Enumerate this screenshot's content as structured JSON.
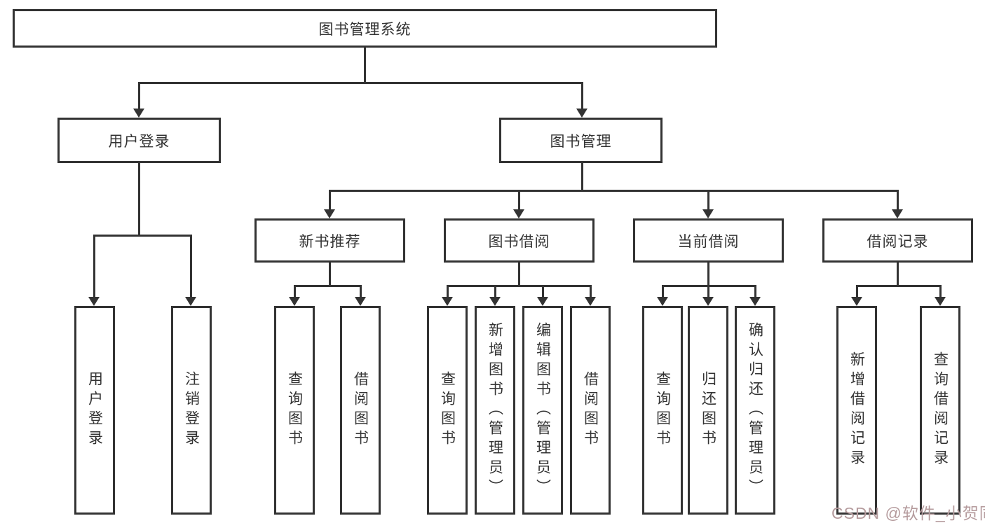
{
  "tree": {
    "root": {
      "label": "图书管理系统",
      "children": [
        {
          "label": "用户登录",
          "children": [
            {
              "label": "用户登录"
            },
            {
              "label": "注销登录"
            }
          ]
        },
        {
          "label": "图书管理",
          "children": [
            {
              "label": "新书推荐",
              "children": [
                {
                  "label": "查询图书"
                },
                {
                  "label": "借阅图书"
                }
              ]
            },
            {
              "label": "图书借阅",
              "children": [
                {
                  "label": "查询图书"
                },
                {
                  "label": "新增图书（管理员）"
                },
                {
                  "label": "编辑图书（管理员）"
                },
                {
                  "label": "借阅图书"
                }
              ]
            },
            {
              "label": "当前借阅",
              "children": [
                {
                  "label": "查询图书"
                },
                {
                  "label": "归还图书"
                },
                {
                  "label": "确认归还（管理员）"
                }
              ]
            },
            {
              "label": "借阅记录",
              "children": [
                {
                  "label": "新增借阅记录"
                },
                {
                  "label": "查询借阅记录"
                }
              ]
            }
          ]
        }
      ]
    }
  },
  "watermark": {
    "text": "CSDN @软件_小贺同学"
  },
  "colors": {
    "line": "#333333",
    "text": "#333333",
    "watermark": "#b59b9d",
    "background": "#ffffff"
  }
}
